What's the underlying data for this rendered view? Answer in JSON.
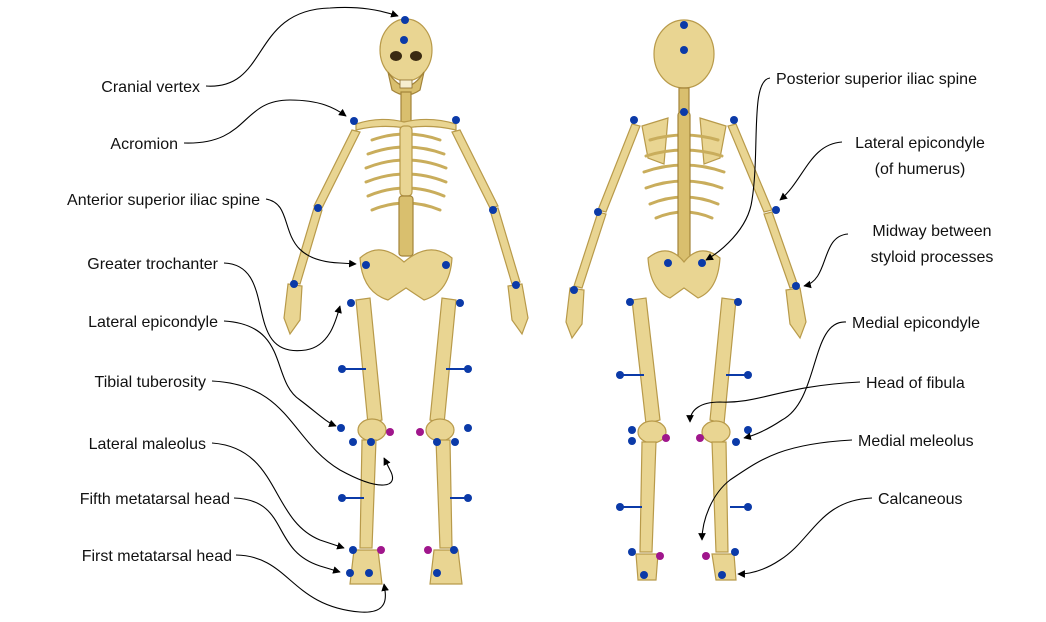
{
  "labels": {
    "cranial_vertex": "Cranial vertex",
    "acromion": "Acromion",
    "asis": "Anterior superior iliac spine",
    "greater_trochanter": "Greater trochanter",
    "lateral_epicondyle": "Lateral epicondyle",
    "tibial_tuberosity": "Tibial tuberosity",
    "lateral_maleolus": "Lateral maleolus",
    "fifth_metatarsal_head": "Fifth metatarsal head",
    "first_metatarsal_head": "First metatarsal head",
    "psis": "Posterior superior iliac spine",
    "lat_epi_humerus_line1": "Lateral epicondyle",
    "lat_epi_humerus_line2": "(of humerus)",
    "midway_line1": "Midway between",
    "midway_line2": "styloid processes",
    "medial_epicondyle": "Medial epicondyle",
    "head_of_fibula": "Head of fibula",
    "medial_meleolus": "Medial meleolus",
    "calcaneous": "Calcaneous"
  },
  "colors": {
    "marker_blue": "#0b3aa8",
    "marker_magenta": "#a0168c",
    "bone": "#e9d592"
  },
  "views": [
    "anterior",
    "posterior"
  ]
}
